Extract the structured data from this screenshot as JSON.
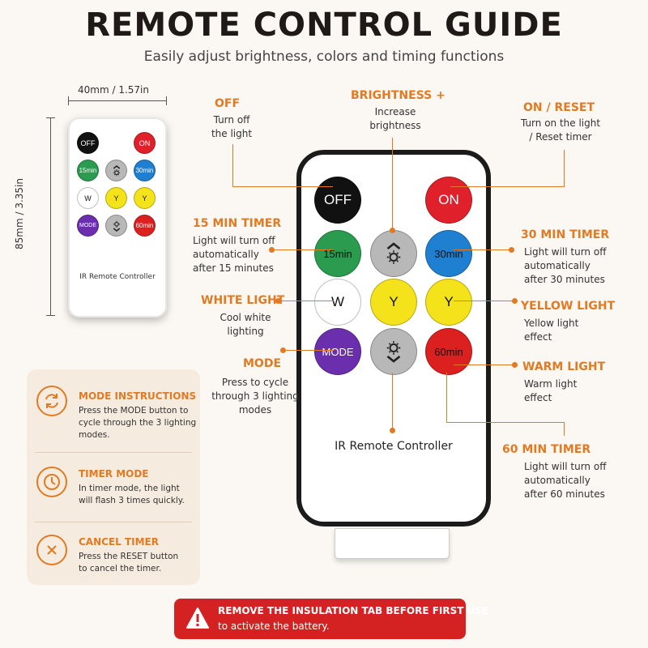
{
  "header": {
    "title": "REMOTE CONTROL GUIDE",
    "subtitle": "Easily adjust brightness, colors and timing functions"
  },
  "dimensions": {
    "width": "40mm / 1.57in",
    "height": "85mm / 3.35in"
  },
  "remote": {
    "label": "IR Remote Controller",
    "buttons": {
      "off": "OFF",
      "on": "ON",
      "timer15": "15min",
      "timer30": "30min",
      "white": "W",
      "yellow": "Y",
      "yellow2": "Y",
      "mode": "MODE",
      "timer60": "60min"
    },
    "colors": {
      "off": "#111111",
      "on": "#e0202a",
      "green": "#2a9b4f",
      "gray": "#b8b8b8",
      "blue": "#1f7fd0",
      "white": "#ffffff",
      "yellow": "#f4e21a",
      "purple": "#6b2fae",
      "red": "#dc2020"
    }
  },
  "annotations": {
    "off": {
      "title": "OFF",
      "desc": [
        "Turn off",
        "the light"
      ]
    },
    "brightness_up": {
      "title": "BRIGHTNESS +",
      "desc": [
        "Increase",
        "brightness"
      ]
    },
    "on_reset": {
      "title": "ON / RESET",
      "desc": [
        "Turn on the light",
        "/ Reset timer"
      ]
    },
    "timer15": {
      "title": "15 MIN TIMER",
      "desc": [
        "Light will turn off",
        "automatically",
        "after 15 minutes"
      ]
    },
    "timer30": {
      "title": "30 MIN TIMER",
      "desc": [
        "Light will turn off",
        "automatically",
        "after 30 minutes"
      ]
    },
    "white": {
      "title": "WHITE LIGHT",
      "desc": [
        "Cool white",
        "lighting"
      ]
    },
    "yellow": {
      "title": "YELLOW LIGHT",
      "desc": [
        "Yellow light",
        "effect"
      ]
    },
    "mode": {
      "title": "MODE",
      "desc": [
        "Press to cycle",
        "through 3 lighting",
        "modes"
      ]
    },
    "warm": {
      "title": "WARM LIGHT",
      "desc": [
        "Warm light",
        "effect"
      ]
    },
    "timer60": {
      "title": "60 MIN TIMER",
      "desc": [
        "Light will turn off",
        "automatically",
        "after 60 minutes"
      ]
    }
  },
  "info": [
    {
      "icon": "cycle-icon",
      "title": "MODE INSTRUCTIONS",
      "desc": [
        "Press the MODE button to",
        "cycle through the 3 lighting",
        "modes."
      ]
    },
    {
      "icon": "clock-icon",
      "title": "TIMER MODE",
      "desc": [
        "In timer mode, the light",
        "will flash 3 times quickly."
      ]
    },
    {
      "icon": "cancel-icon",
      "title": "CANCEL TIMER",
      "desc": [
        "Press the RESET button",
        "to cancel the timer."
      ]
    }
  ],
  "warning": {
    "line1": "REMOVE THE INSULATION TAB BEFORE FIRST USE",
    "line2": "to activate the battery."
  },
  "accent_color": "#e07b24",
  "warning_color": "#d42222"
}
